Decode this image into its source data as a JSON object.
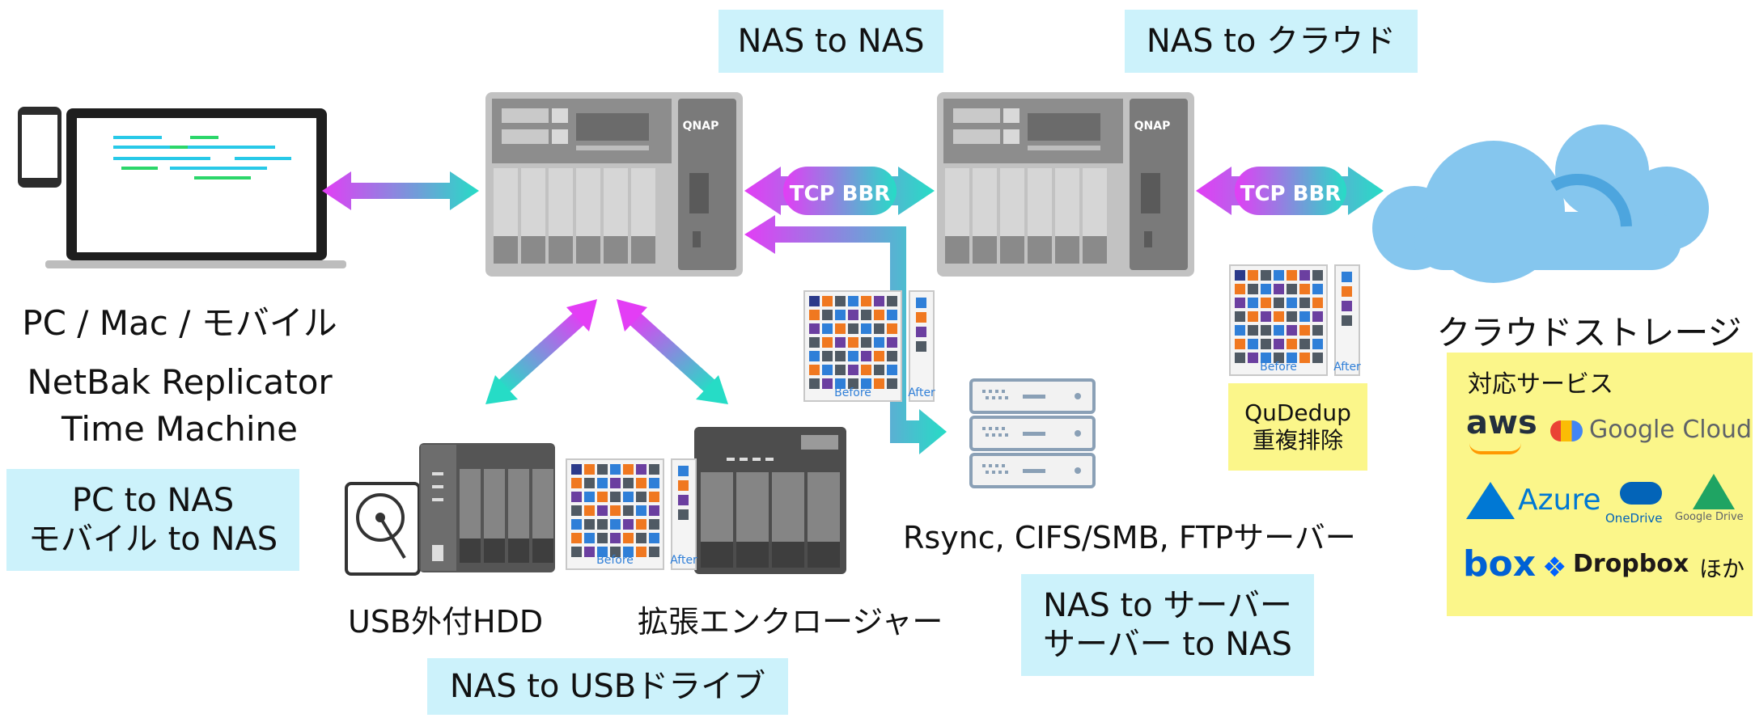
{
  "labels": {
    "nas_to_nas": "NAS to NAS",
    "nas_to_cloud": "NAS to クラウド",
    "pc_mac_mobile": "PC / Mac / モバイル",
    "netbak": "NetBak Replicator",
    "time_machine": "Time Machine",
    "pc_to_nas": "PC to NAS",
    "mobile_to_nas": "モバイル to NAS",
    "usb_hdd": "USB外付HDD",
    "expansion": "拡張エンクロージャー",
    "nas_to_usb": "NAS to USBドライブ",
    "servers": "Rsync, CIFS/SMB, FTPサーバー",
    "nas_to_server": "NAS to サーバー",
    "server_to_nas": "サーバー to NAS",
    "cloud_storage": "クラウドストレージ",
    "qudedup_1": "QuDedup",
    "qudedup_2": "重複排除",
    "tcp_bbr_1": "TCP BBR",
    "tcp_bbr_2": "TCP BBR",
    "qnap_brand": "QNAP",
    "before": "Before",
    "after": "After"
  },
  "cloud_services": {
    "title": "対応サービス",
    "aws": "aws",
    "google_cloud": "Google Cloud",
    "azure": "Azure",
    "onedrive": "OneDrive",
    "google_drive": "Google Drive",
    "box": "box",
    "dropbox": "Dropbox",
    "others": "ほか"
  },
  "colors": {
    "label_box": "#ccf2fb",
    "service_box": "#fbf68a",
    "arrow_start": "#e040fb",
    "arrow_end": "#26d8c8",
    "cloud": "#85c6ee",
    "nas_body": "#b5b5b5"
  }
}
